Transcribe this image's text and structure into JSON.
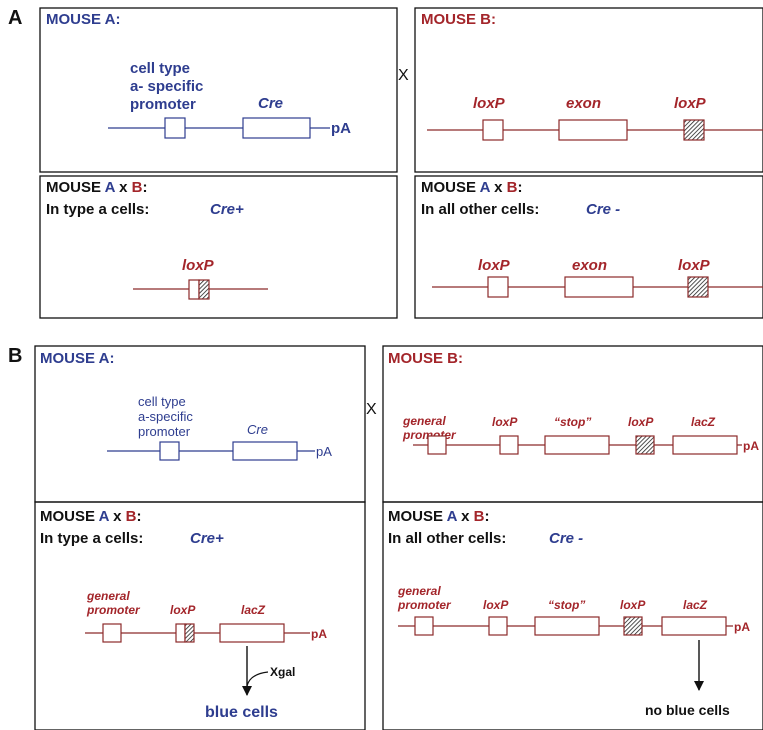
{
  "colors": {
    "blue": "#2e3d8f",
    "red": "#a3252a",
    "black": "#111111",
    "line_blue": "#2e3d8f",
    "line_red": "#8c2a2a"
  },
  "panel_a": {
    "label": "A",
    "cross": "X",
    "mouse_a": {
      "title": "MOUSE A:",
      "promoter_label": [
        "cell type",
        "a- specific",
        "promoter"
      ],
      "cre_label": "Cre",
      "pa_label": "pA"
    },
    "mouse_b": {
      "title": "MOUSE B:",
      "loxp1": "loxP",
      "exon": "exon",
      "loxp2": "loxP"
    },
    "cross_cre_pos": {
      "title_prefix": "MOUSE ",
      "title_a": "A",
      "title_x": " x ",
      "title_b": "B",
      "title_colon": ":",
      "subtitle": "In type a  cells:",
      "cre_state": "Cre+",
      "loxp": "loxP"
    },
    "cross_cre_neg": {
      "title_prefix": "MOUSE ",
      "title_a": "A",
      "title_x": " x ",
      "title_b": "B",
      "title_colon": ":",
      "subtitle": "In all other cells:",
      "cre_state": "Cre -",
      "loxp1": "loxP",
      "exon": "exon",
      "loxp2": "loxP"
    }
  },
  "panel_b": {
    "label": "B",
    "cross": "X",
    "mouse_a": {
      "title": "MOUSE A:",
      "promoter_label": [
        "cell type",
        "a-specific",
        "promoter"
      ],
      "cre_label": "Cre",
      "pa_label": "pA"
    },
    "mouse_b": {
      "title": "MOUSE B:",
      "general_promoter": [
        "general",
        "promoter"
      ],
      "loxp1": "loxP",
      "stop": "“stop”",
      "loxp2": "loxP",
      "lacz": "lacZ",
      "pa_label": "pA"
    },
    "cross_cre_pos": {
      "title_prefix": "MOUSE ",
      "title_a": "A",
      "title_x": " x ",
      "title_b": "B",
      "title_colon": ":",
      "subtitle": "In type a cells:",
      "cre_state": "Cre+",
      "general_promoter": [
        "general",
        "promoter"
      ],
      "loxp": "loxP",
      "lacz": "lacZ",
      "pa_label": "pA",
      "xgal": "Xgal",
      "result": "blue cells"
    },
    "cross_cre_neg": {
      "title_prefix": "MOUSE ",
      "title_a": "A",
      "title_x": " x ",
      "title_b": "B",
      "title_colon": ":",
      "subtitle": "In all other cells:",
      "cre_state": "Cre -",
      "general_promoter": [
        "general",
        "promoter"
      ],
      "loxp1": "loxP",
      "stop": "“stop”",
      "loxp2": "loxP",
      "lacz": "lacZ",
      "pa_label": "pA",
      "result": "no blue cells"
    }
  }
}
